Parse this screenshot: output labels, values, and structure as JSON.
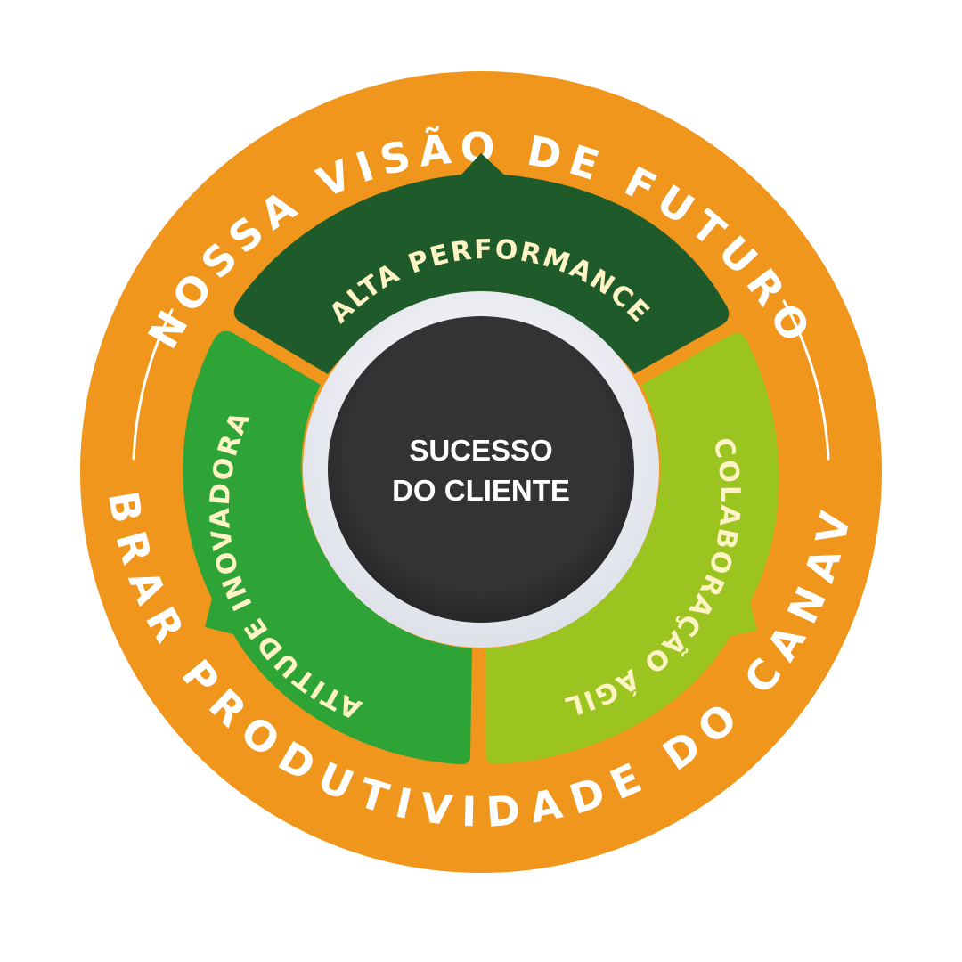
{
  "outer_ring": {
    "top_text": "NOSSA VISÃO DE FUTURO",
    "bottom_text": "DOBRAR PRODUTIVIDADE DO CANAVIAL"
  },
  "segments": [
    {
      "id": "top",
      "label": "ALTA PERFORMANCE",
      "color": "#1f5a2a"
    },
    {
      "id": "left",
      "label": "ATITUDE INOVADORA",
      "color": "#2ea336"
    },
    {
      "id": "right",
      "label": "COLABORAÇÃO ÁGIL",
      "color": "#9bc421"
    }
  ],
  "center": {
    "line1": "SUCESSO",
    "line2": "DO CLIENTE"
  },
  "colors": {
    "ring": "#f0961d",
    "center": "#333335",
    "center_border": "#f2f3f7"
  }
}
